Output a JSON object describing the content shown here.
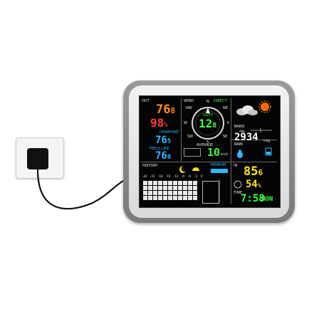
{
  "colors": {
    "orange": "#ff8a1e",
    "red": "#ff3b3b",
    "cyan": "#31b7ff",
    "green": "#3cff3c",
    "yellow": "#ffe21a",
    "white": "#f2f2f2",
    "screen": "#050505"
  },
  "out": {
    "label": "OUT",
    "temp": "76",
    "temp_dec": "8",
    "humidity": "98",
    "humidity_unit": "%",
    "dewpoint_label": "DEWPOINT",
    "dewpoint": "76",
    "dewpoint_dec": "5",
    "feels_like_label": "FEELS LIKE",
    "feels_like": "76",
    "feels_like_dec": "8"
  },
  "wind": {
    "label": "WIND",
    "direct_label": "DIRECT",
    "compass": [
      "N",
      "NE",
      "E",
      "SE",
      "S",
      "SW",
      "W",
      "NW"
    ],
    "gust_label": "GUST",
    "gust": "12",
    "gust_dec": "8",
    "average_label": "AVERAGE",
    "average": "10",
    "unit": "km/h"
  },
  "weather": {
    "icons": [
      "cloud-icon",
      "sun-icon"
    ]
  },
  "baro": {
    "label": "BARO",
    "sub": "ABS",
    "value": "2934",
    "unit": "inHg"
  },
  "rain": {
    "label": "RAIN"
  },
  "history": {
    "label": "HISTORY",
    "memory_label": "MEMORY",
    "hours": [
      "-24",
      "-21",
      "-18",
      "-15",
      "-12",
      "-9",
      "-6",
      "-3",
      "0"
    ]
  },
  "indoor": {
    "label": "IN",
    "temp": "85",
    "temp_dec": "6",
    "humidity": "54",
    "humidity_unit": "%"
  },
  "time": {
    "label": "TIME",
    "value": "7:58",
    "day": "MON"
  }
}
